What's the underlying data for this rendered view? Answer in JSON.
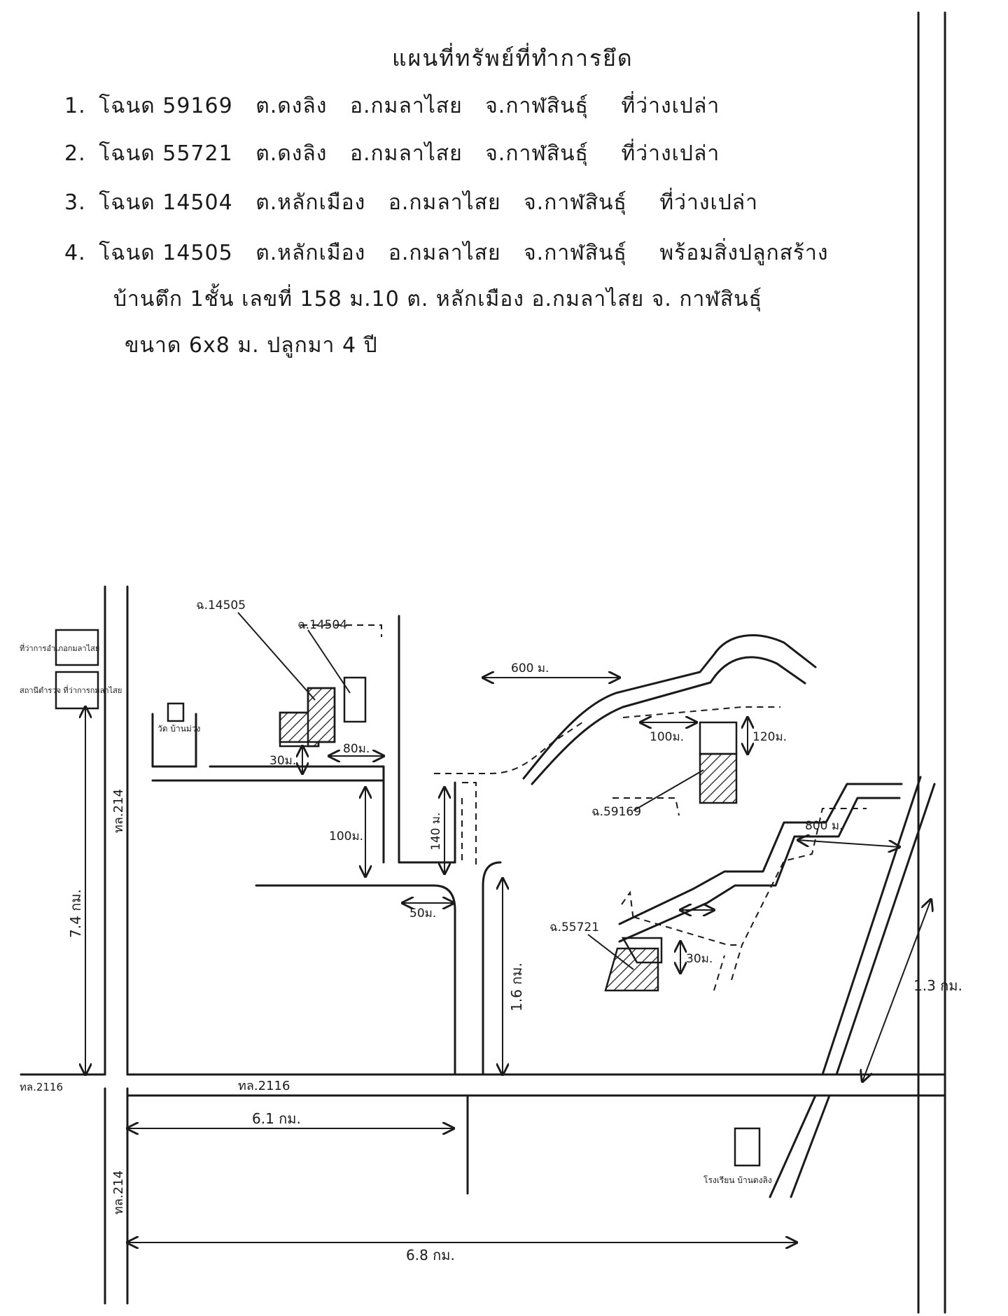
{
  "heading": "แผนที่ทรัพย์ที่ทำการยึด",
  "items": [
    {
      "num": "1.",
      "deed": "โฉนด 59169",
      "tambon": "ต.ดงลิง",
      "amphoe": "อ.กมลาไสย",
      "province": "จ.กาฬสินธุ์",
      "desc": "ที่ว่างเปล่า"
    },
    {
      "num": "2.",
      "deed": "โฉนด 55721",
      "tambon": "ต.ดงลิง",
      "amphoe": "อ.กมลาไสย",
      "province": "จ.กาฬสินธุ์",
      "desc": "ที่ว่างเปล่า"
    },
    {
      "num": "3.",
      "deed": "โฉนด 14504",
      "tambon": "ต.หลักเมือง",
      "amphoe": "อ.กมลาไสย",
      "province": "จ.กาฬสินธุ์",
      "desc": "ที่ว่างเปล่า"
    },
    {
      "num": "4.",
      "deed": "โฉนด 14505",
      "tambon": "ต.หลักเมือง",
      "amphoe": "อ.กมลาไสย",
      "province": "จ.กาฬสินธุ์",
      "desc": "พร้อมสิ่งปลูกสร้าง"
    }
  ],
  "building_line": "บ้านตึก 1ชั้น เลขที่ 158 ม.10 ต. หลักเมือง อ.กมลาไสย จ. กาฬสินธุ์",
  "size_line": "ขนาด 6x8 ม. ปลูกมา 4 ปี",
  "map": {
    "plots": {
      "p14505": "ฉ.14505",
      "p14504": "ฉ.14504",
      "p59169": "ฉ.59169",
      "p55721": "ฉ.55721"
    },
    "roads": {
      "hwy214_upper": "ทล.214",
      "hwy214_lower": "ทล.214",
      "hwy2116_left": "ทล.2116",
      "hwy2116_main": "ทล.2116"
    },
    "places": {
      "district_office": "ที่ว่าการอำเภอกมลาไสย",
      "police_station": "สถานีตำรวจ ที่ว่าการกมลาไสย",
      "temple": "วัด บ้านม่วง",
      "school": "โรงเรียน บ้านดงลิง"
    },
    "distances": {
      "d600": "600 ม.",
      "d100a": "100ม.",
      "d120": "120ม.",
      "d30a": "30ม.",
      "d80": "80ม.",
      "d100b": "100ม.",
      "d140": "140 ม.",
      "d50": "50ม.",
      "d800": "800 ม.",
      "d30b": "30ม.",
      "d74": "7.4 กม.",
      "d16": "1.6 กม.",
      "d13": "1.3 กม.",
      "d61": "6.1 กม.",
      "d68": "6.8 กม."
    }
  }
}
